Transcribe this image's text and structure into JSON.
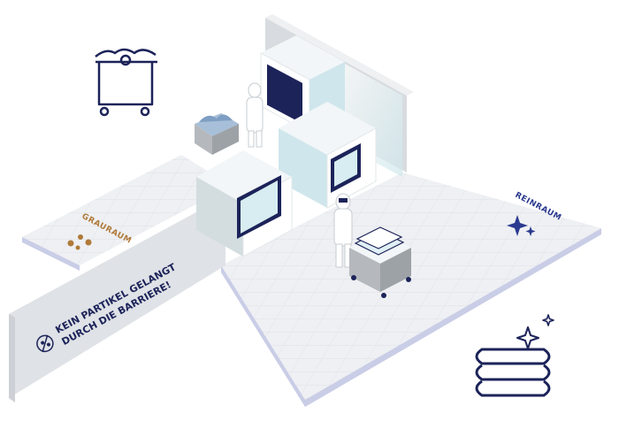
{
  "zones": {
    "grey_room": "GRAURAUM",
    "clean_room": "REINRAUM"
  },
  "banner": {
    "line1": "KEIN PARTIKEL GELANGT",
    "line2": "DURCH DIE BARRIERE!"
  },
  "icons": {
    "laundry_cart": "laundry-cart-icon",
    "folded_towels": "clean-folded-towels-icon",
    "particles": "germ-particles-icon",
    "sparkle": "sparkle-icon",
    "banner_badge": "no-particles-badge-icon"
  },
  "colors": {
    "navy": "#1c2359",
    "floor": "#eef0f3",
    "floor_edge": "#c9cde6",
    "wall": "#dfe2e6",
    "machine_top": "#f2f6f8",
    "machine_front": "#cfe6ec",
    "grey_zone_accent": "#b07a3a",
    "clean_zone_accent": "#2b3a8f"
  }
}
